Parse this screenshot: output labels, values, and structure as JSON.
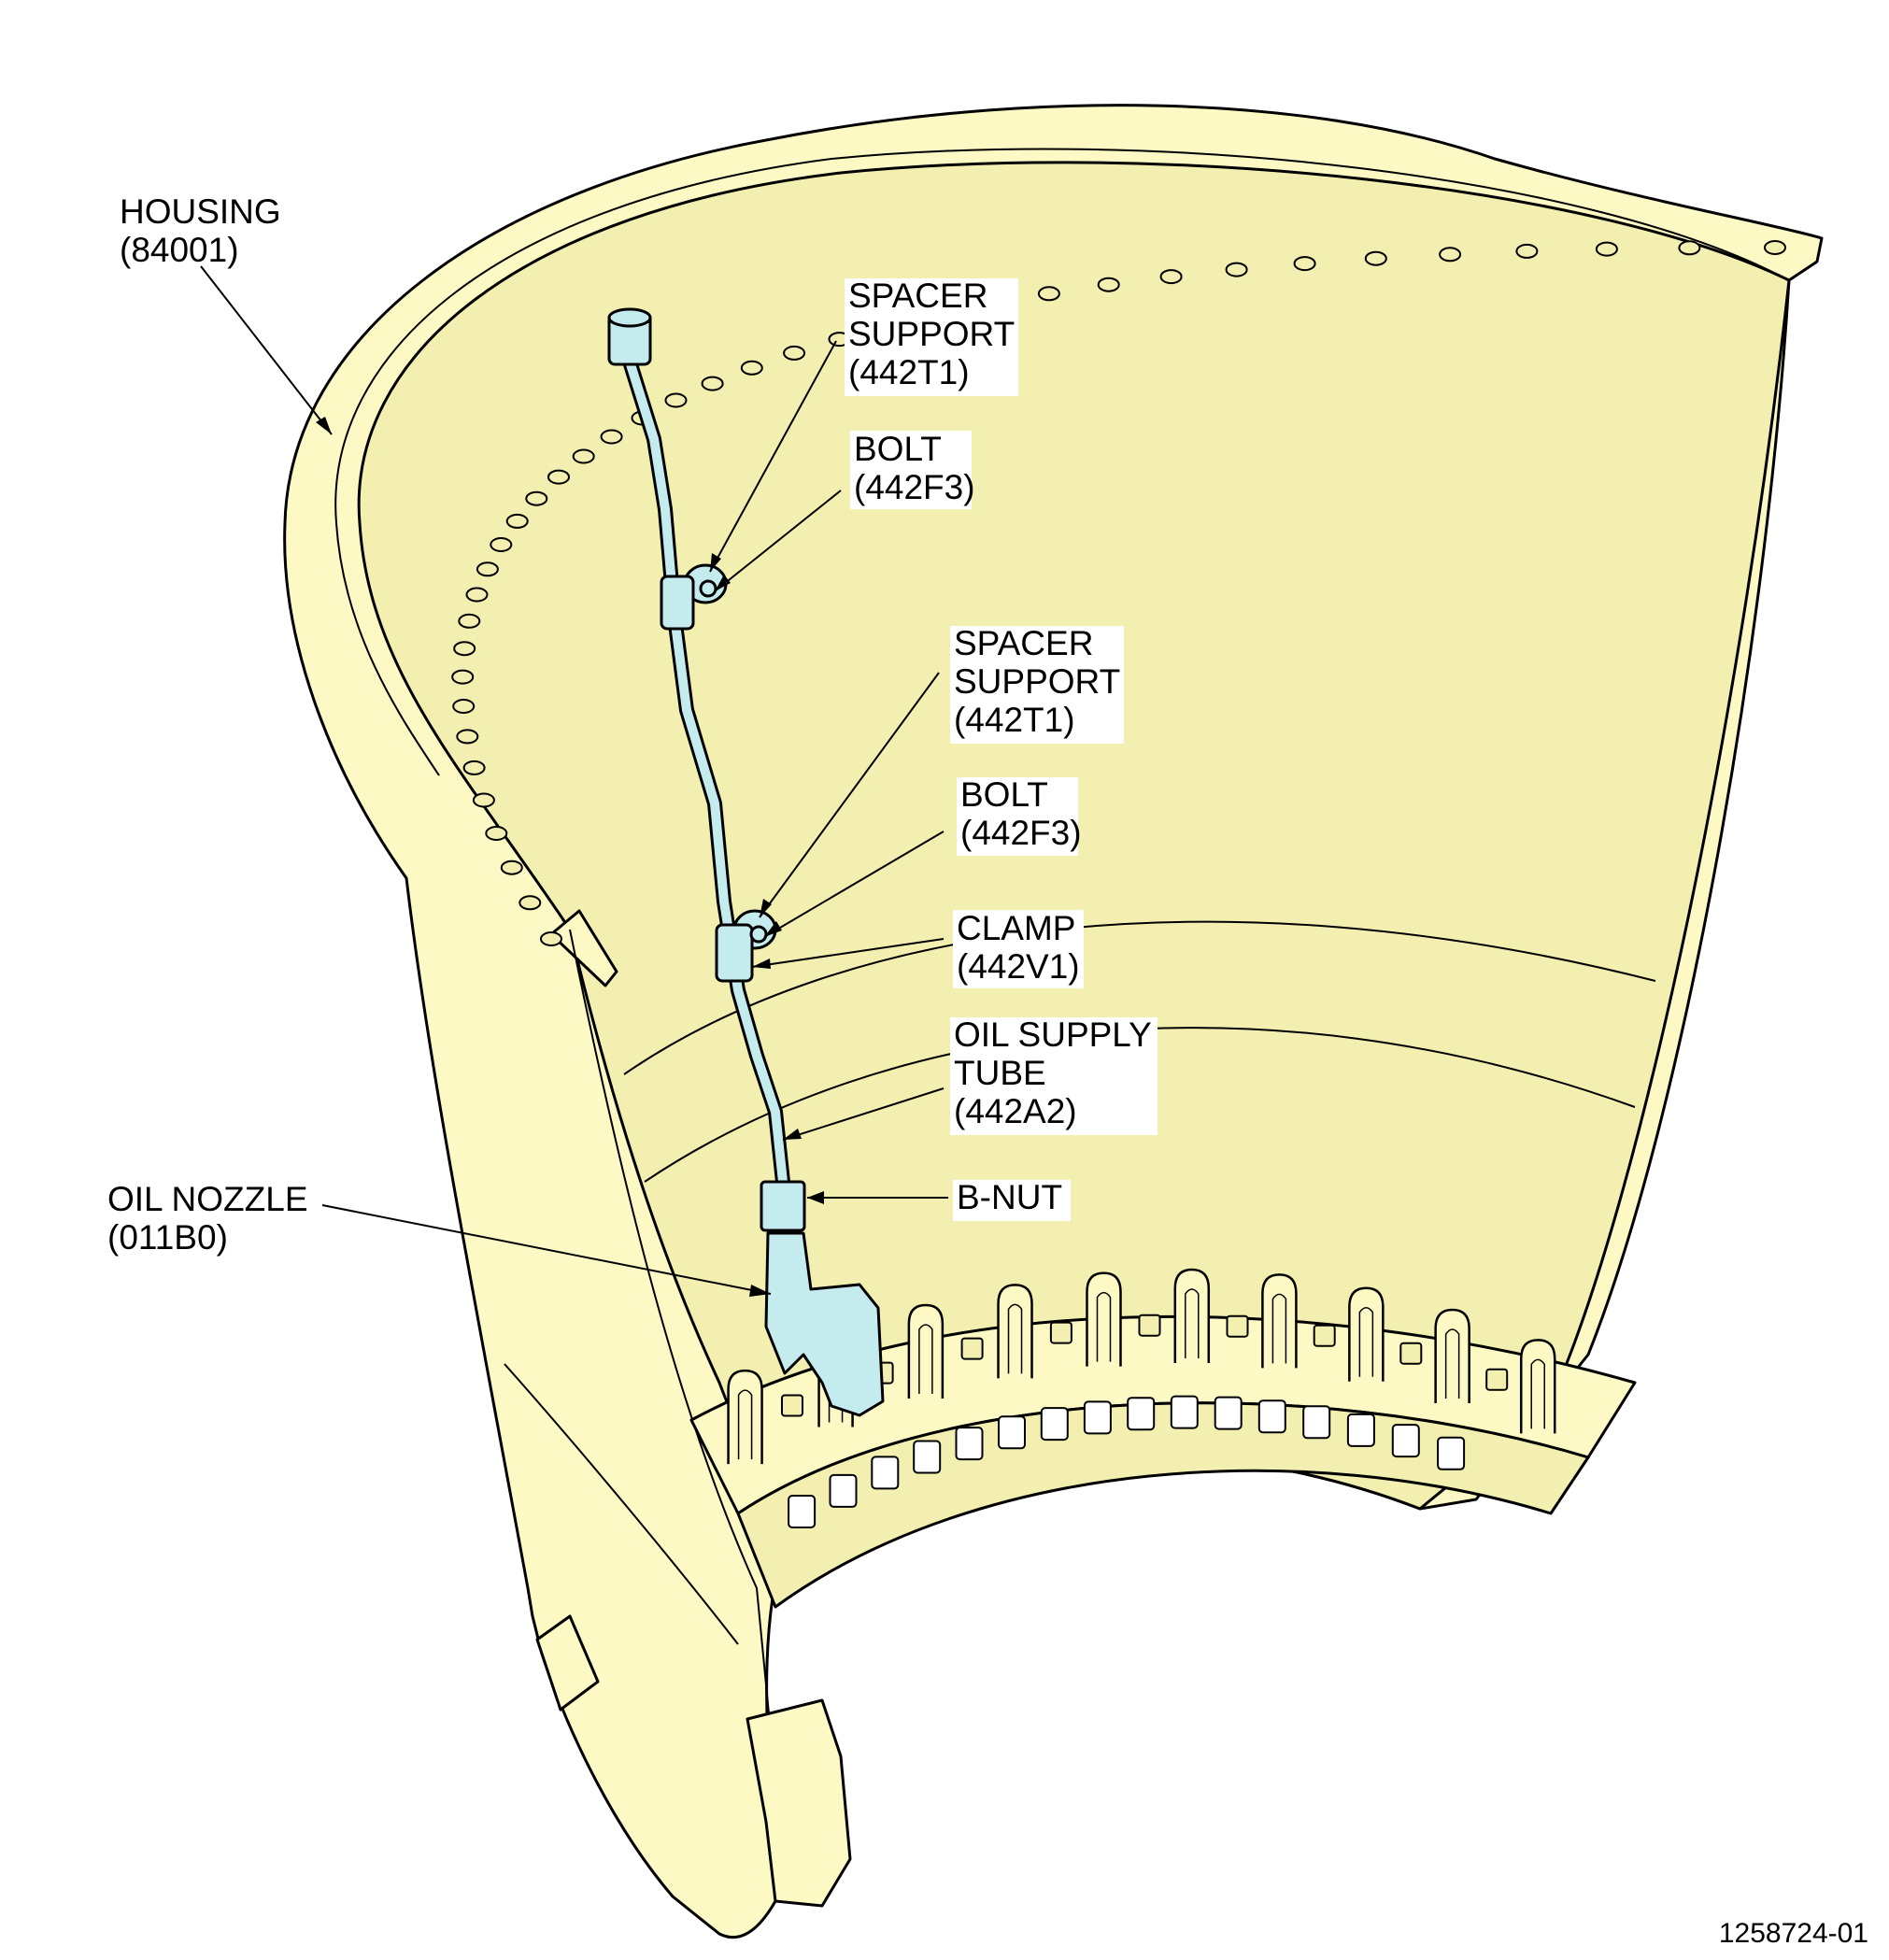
{
  "colors": {
    "housing_fill": "#fcf9c4",
    "housing_shade": "#f3efb0",
    "tube_fill": "#c4ecee",
    "line": "#000000",
    "background": "#ffffff"
  },
  "callouts": {
    "housing": [
      "HOUSING",
      "(84001)"
    ],
    "spacer_support_upper": [
      "SPACER",
      "SUPPORT",
      "(442T1)"
    ],
    "bolt_upper": [
      "BOLT",
      "(442F3)"
    ],
    "spacer_support_lower": [
      "SPACER",
      "SUPPORT",
      "(442T1)"
    ],
    "bolt_lower": [
      "BOLT",
      "(442F3)"
    ],
    "clamp": [
      "CLAMP",
      "(442V1)"
    ],
    "oil_supply_tube": [
      "OIL SUPPLY",
      "TUBE",
      "(442A2)"
    ],
    "b_nut": [
      "B-NUT"
    ],
    "oil_nozzle": [
      "OIL NOZZLE",
      "(011B0)"
    ]
  },
  "figure_id": "1258724-01"
}
